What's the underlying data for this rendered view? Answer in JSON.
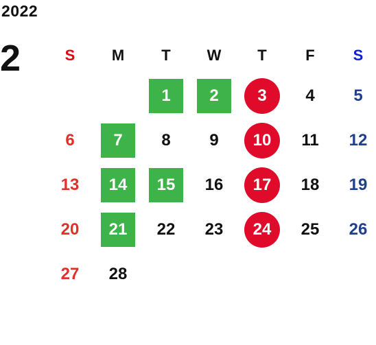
{
  "year": "2022",
  "month": "2",
  "weekdays": [
    "S",
    "M",
    "T",
    "W",
    "T",
    "F",
    "S"
  ],
  "colors": {
    "sunday": "#e0302a",
    "saturday": "#1f3f8f",
    "green_highlight": "#3db34a",
    "red_highlight": "#e00b2b"
  },
  "weeks": [
    [
      {
        "day": ""
      },
      {
        "day": ""
      },
      {
        "day": "1",
        "mark": "green"
      },
      {
        "day": "2",
        "mark": "green"
      },
      {
        "day": "3",
        "mark": "red"
      },
      {
        "day": "4"
      },
      {
        "day": "5"
      }
    ],
    [
      {
        "day": "6"
      },
      {
        "day": "7",
        "mark": "green"
      },
      {
        "day": "8"
      },
      {
        "day": "9"
      },
      {
        "day": "10",
        "mark": "red"
      },
      {
        "day": "11"
      },
      {
        "day": "12"
      }
    ],
    [
      {
        "day": "13"
      },
      {
        "day": "14",
        "mark": "green"
      },
      {
        "day": "15",
        "mark": "green"
      },
      {
        "day": "16"
      },
      {
        "day": "17",
        "mark": "red"
      },
      {
        "day": "18"
      },
      {
        "day": "19"
      }
    ],
    [
      {
        "day": "20"
      },
      {
        "day": "21",
        "mark": "green"
      },
      {
        "day": "22"
      },
      {
        "day": "23"
      },
      {
        "day": "24",
        "mark": "red"
      },
      {
        "day": "25"
      },
      {
        "day": "26"
      }
    ],
    [
      {
        "day": "27"
      },
      {
        "day": "28"
      },
      {
        "day": ""
      },
      {
        "day": ""
      },
      {
        "day": ""
      },
      {
        "day": ""
      },
      {
        "day": ""
      }
    ]
  ]
}
